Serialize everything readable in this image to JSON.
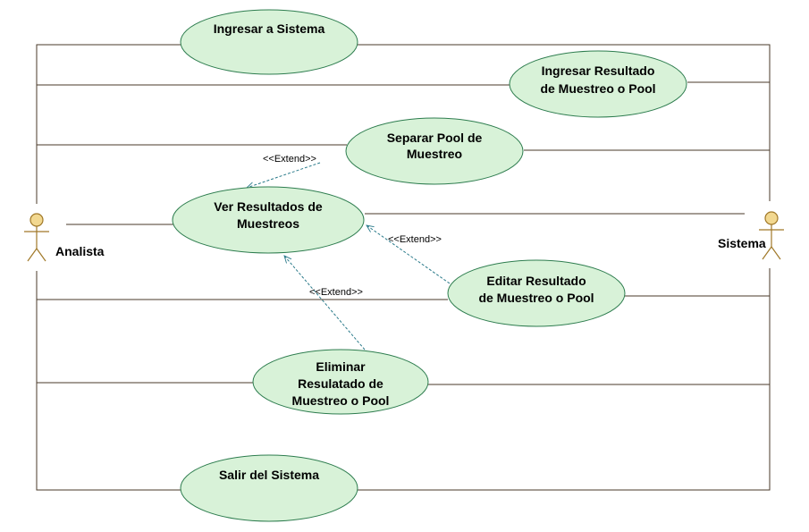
{
  "colors": {
    "usecase_fill": "#d8f2d8",
    "usecase_stroke": "#2e7d4f",
    "association": "#4a3a2a",
    "extend_arrow": "#2a7a8a",
    "actor": "#a07828"
  },
  "actors": {
    "left": {
      "label": "Analista"
    },
    "right": {
      "label": "Sistema"
    }
  },
  "use_cases": {
    "ingresar_sistema": {
      "lines": [
        "Ingresar a Sistema"
      ]
    },
    "ingresar_resultado": {
      "lines": [
        "Ingresar Resultado",
        "de Muestreo o Pool"
      ]
    },
    "separar_pool": {
      "lines": [
        "Separar Pool de",
        "Muestreo"
      ]
    },
    "ver_resultados": {
      "lines": [
        "Ver Resultados de",
        "Muestreos"
      ]
    },
    "editar_resultado": {
      "lines": [
        "Editar Resultado",
        "de Muestreo o Pool"
      ]
    },
    "eliminar_resultado": {
      "lines": [
        "Eliminar",
        "Resulatado de",
        "Muestreo o Pool"
      ]
    },
    "salir_sistema": {
      "lines": [
        "Salir del Sistema"
      ]
    }
  },
  "relations": {
    "extend_label": "<<Extend>>"
  }
}
